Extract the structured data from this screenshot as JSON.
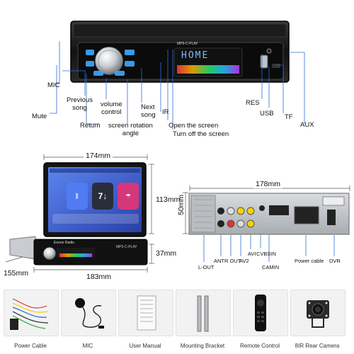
{
  "front_panel": {
    "display_text": "HOME",
    "model_text": "MP5-C-PLAY",
    "labels": {
      "mic": "MIC",
      "mute": "Mute",
      "previous_song": "Previous\nsong",
      "volume_control": "volume\ncontrol",
      "return": "Return",
      "next_song": "Next\nsong",
      "screen_rotation_angle": "screen rotation\nangle",
      "ir": "IR",
      "open_screen": "Open the screen",
      "turn_off_screen": "Turn off the screen",
      "res": "RES",
      "usb": "USB",
      "tf": "TF",
      "aux": "AUX"
    }
  },
  "dimensions": {
    "screen_width": "174mm",
    "screen_height": "113mm",
    "depth": "155mm",
    "chassis_width": "183mm",
    "chassis_height": "37mm",
    "rear_width": "178mm",
    "rear_height": "50mm"
  },
  "screen": {
    "model_text": "MP5-C-PLAY",
    "brand": "Eonon Radio"
  },
  "rear_panel": {
    "labels": {
      "l_out": "L-OUT",
      "ant": "ANT",
      "r_out": "R OUT",
      "av2": "AV2",
      "av1": "AVI",
      "cvbsin": "CVBSIN",
      "camin": "CAMIN",
      "power_cable": "Power cable",
      "dvr": "DVR"
    }
  },
  "accessories": [
    {
      "label": "Power Cable",
      "icon": "wire-harness"
    },
    {
      "label": "MIC",
      "icon": "microphone"
    },
    {
      "label": "User Manual",
      "icon": "manual"
    },
    {
      "label": "Mounting Bracket",
      "icon": "bracket"
    },
    {
      "label": "Remote Control",
      "icon": "remote"
    },
    {
      "label": "8IR Rear Camera",
      "icon": "camera"
    }
  ],
  "colors": {
    "button_glow": "#3fa9ff",
    "display_bar": [
      "#ff3b3b",
      "#ffb400",
      "#2ee86b",
      "#22c3ff",
      "#c23bff"
    ],
    "line": "#2b6fd6",
    "dim_line": "#555555"
  }
}
